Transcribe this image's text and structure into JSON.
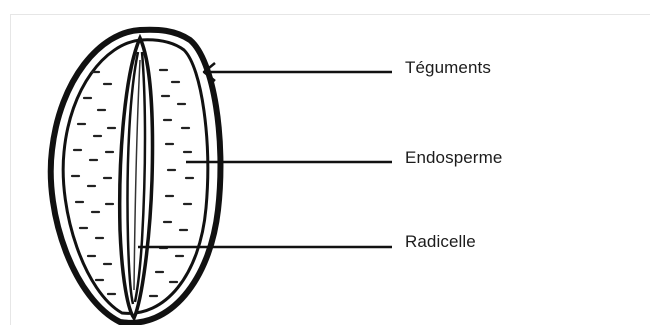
{
  "labels": {
    "teguments": "Téguments",
    "endosperme": "Endosperme",
    "radicelle": "Radicelle"
  }
}
